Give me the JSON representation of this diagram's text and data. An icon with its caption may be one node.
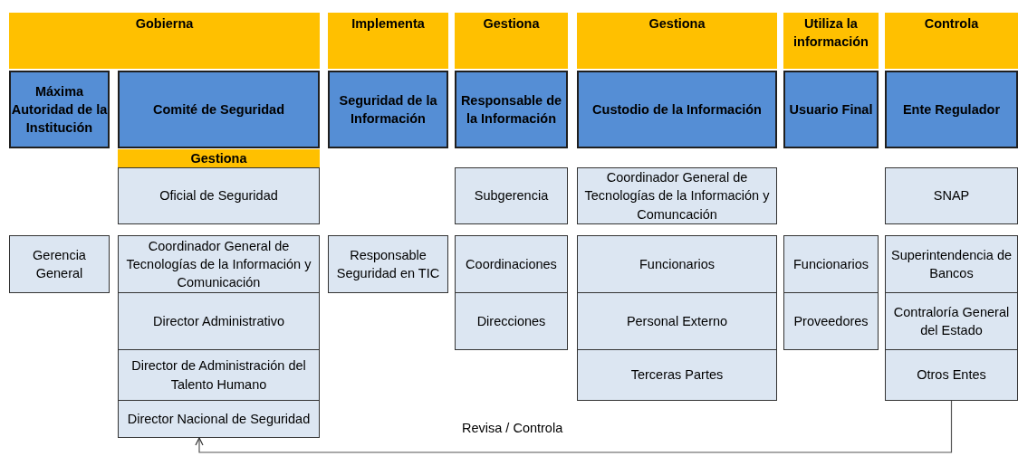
{
  "diagram": {
    "nodes": [
      {
        "text": [
          "Gobierna"
        ]
      },
      {
        "text": [
          "Implementa"
        ]
      },
      {
        "text": [
          "Gestiona"
        ]
      },
      {
        "text": [
          "Gestiona"
        ]
      },
      {
        "text": [
          "Utiliza la información"
        ]
      },
      {
        "text": [
          "Controla"
        ]
      },
      {
        "text": [
          "Máxima Autoridad de la Institución"
        ]
      },
      {
        "text": [
          "Comité de Seguridad"
        ]
      },
      {
        "text": [
          "Seguridad de la Información"
        ]
      },
      {
        "text": [
          "Responsable de la Información"
        ]
      },
      {
        "text": [
          "Custodio de la Información"
        ]
      },
      {
        "text": [
          "Usuario Final"
        ]
      },
      {
        "text": [
          "Ente Regulador"
        ]
      },
      {
        "text": [
          "Gestiona"
        ]
      },
      {
        "text": [
          "Oficial de Seguridad"
        ]
      },
      {
        "text": [
          "Subgerencia"
        ]
      },
      {
        "text": [
          "Coordinador General de Tecnologías de la Información y Comuncación"
        ]
      },
      {
        "text": [
          "SNAP"
        ]
      },
      {
        "text": [
          "Gerencia General"
        ]
      },
      {
        "text": [
          "Coordinador General de Tecnologías de la Información y Comunicación"
        ]
      },
      {
        "text": [
          "Responsable Seguridad en TIC"
        ]
      },
      {
        "text": [
          "Coordinaciones"
        ]
      },
      {
        "text": [
          "Funcionarios"
        ]
      },
      {
        "text": [
          "Funcionarios"
        ]
      },
      {
        "text": [
          "Superintendencia de Bancos"
        ]
      },
      {
        "text": [
          "Director Administrativo"
        ]
      },
      {
        "text": [
          "Direcciones"
        ]
      },
      {
        "text": [
          "Personal Externo"
        ]
      },
      {
        "text": [
          "Proveedores"
        ]
      },
      {
        "text": [
          "Contraloría General del Estado"
        ]
      },
      {
        "text": [
          "Director de Administración del Talento Humano"
        ]
      },
      {
        "text": [
          "Terceras Partes"
        ]
      },
      {
        "text": [
          "Otros Entes"
        ]
      },
      {
        "text": [
          "Director Nacional de Seguridad"
        ]
      }
    ],
    "edges": [
      {
        "from": 32,
        "to": 33,
        "arrow": "to",
        "label": "Revisa / Controla"
      }
    ]
  }
}
